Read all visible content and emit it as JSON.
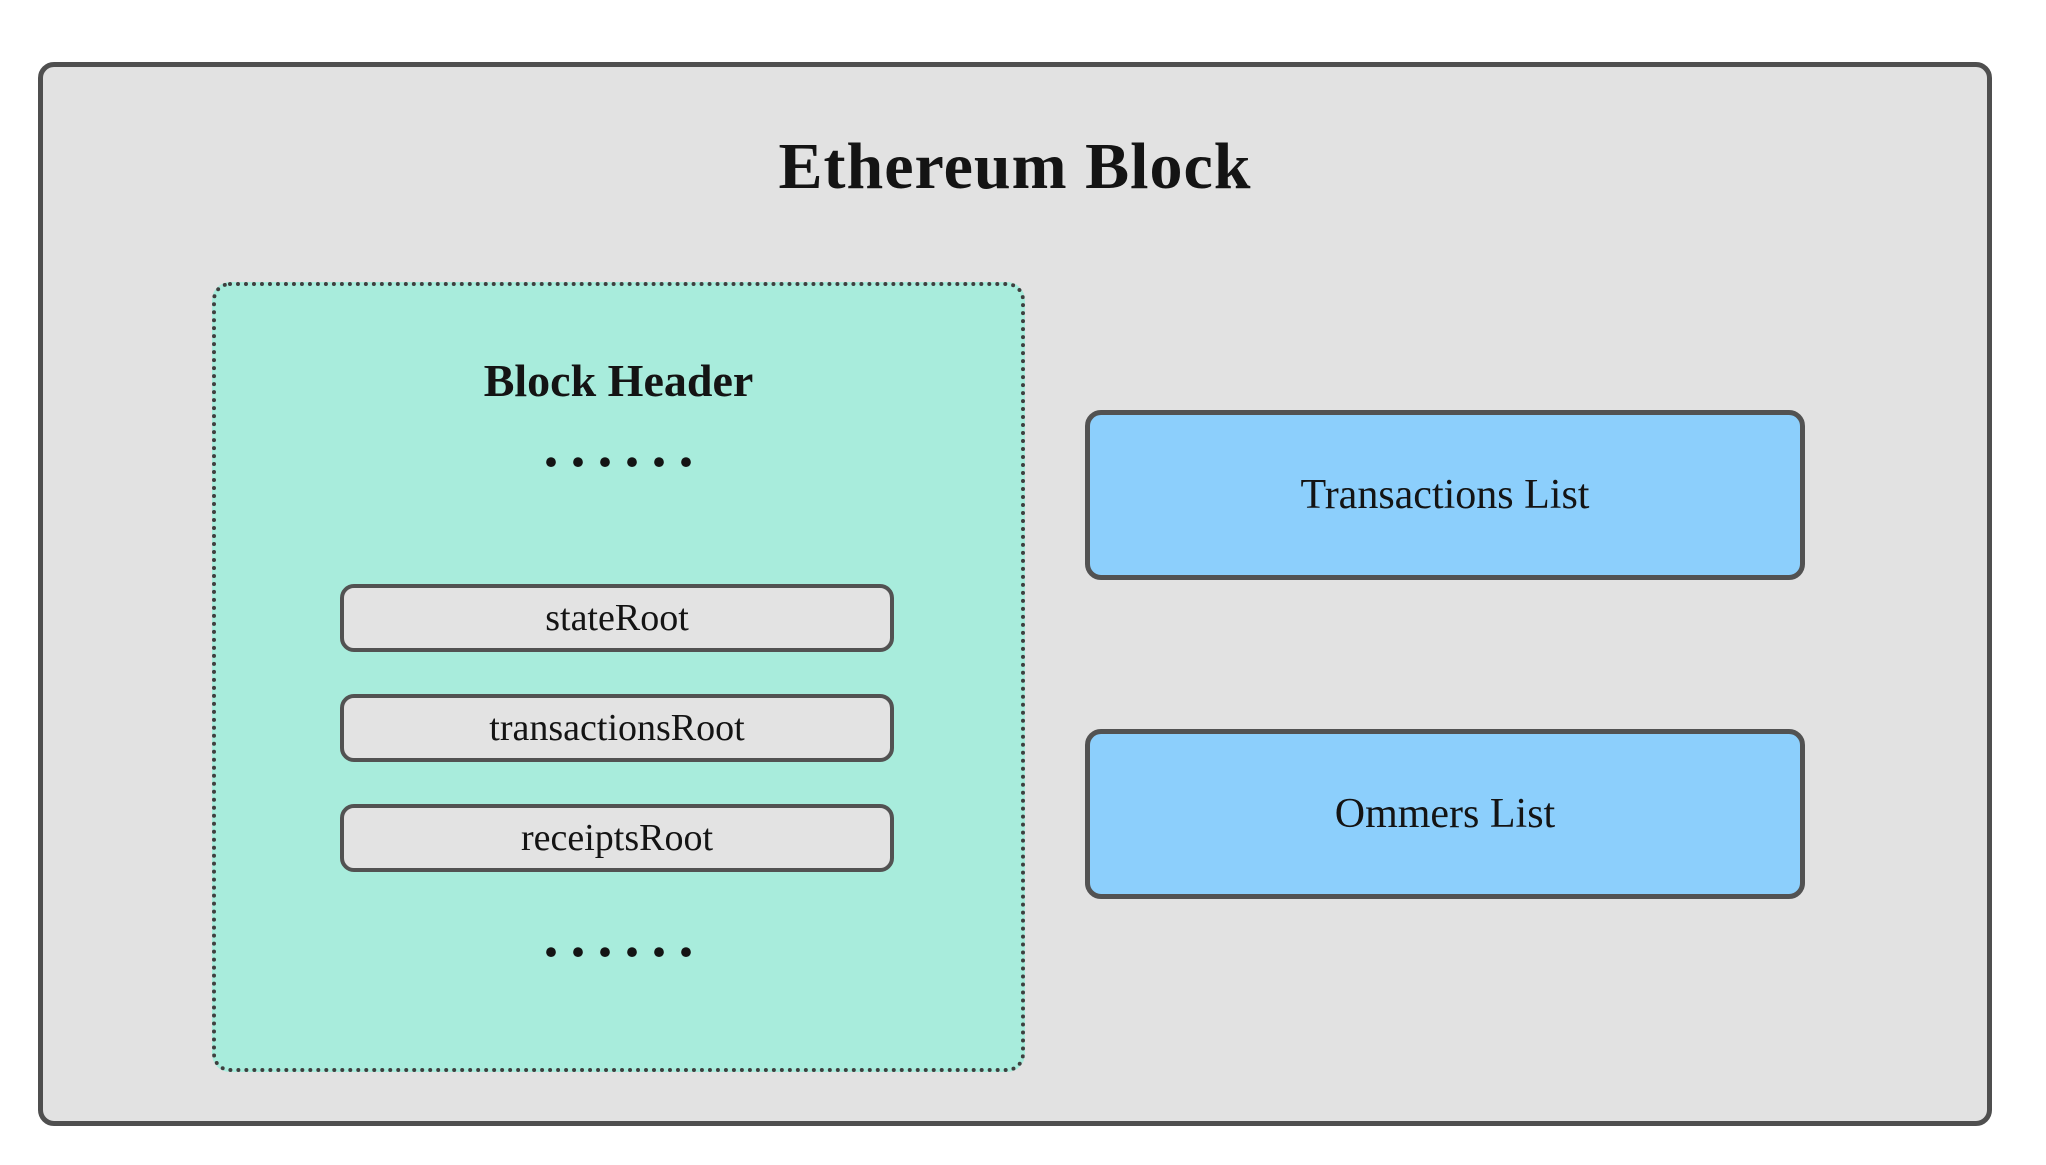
{
  "diagram": {
    "title": "Ethereum Block",
    "block_header": {
      "title": "Block Header",
      "ellipsis_top": "......",
      "fields": [
        "stateRoot",
        "transactionsRoot",
        "receiptsRoot"
      ],
      "ellipsis_bottom": "......"
    },
    "lists": [
      {
        "label": "Transactions List"
      },
      {
        "label": "Ommers List"
      }
    ],
    "colors": {
      "canvas_bg": "#ffffff",
      "outer_bg": "#e2e2e2",
      "outer_border": "#4f4f4f",
      "header_bg": "#a8ecdc",
      "header_border": "#3f3f3f",
      "field_bg": "#e3e3e3",
      "field_border": "#525252",
      "list_bg": "#8ccffc",
      "list_border": "#525252",
      "text": "#141414"
    }
  }
}
